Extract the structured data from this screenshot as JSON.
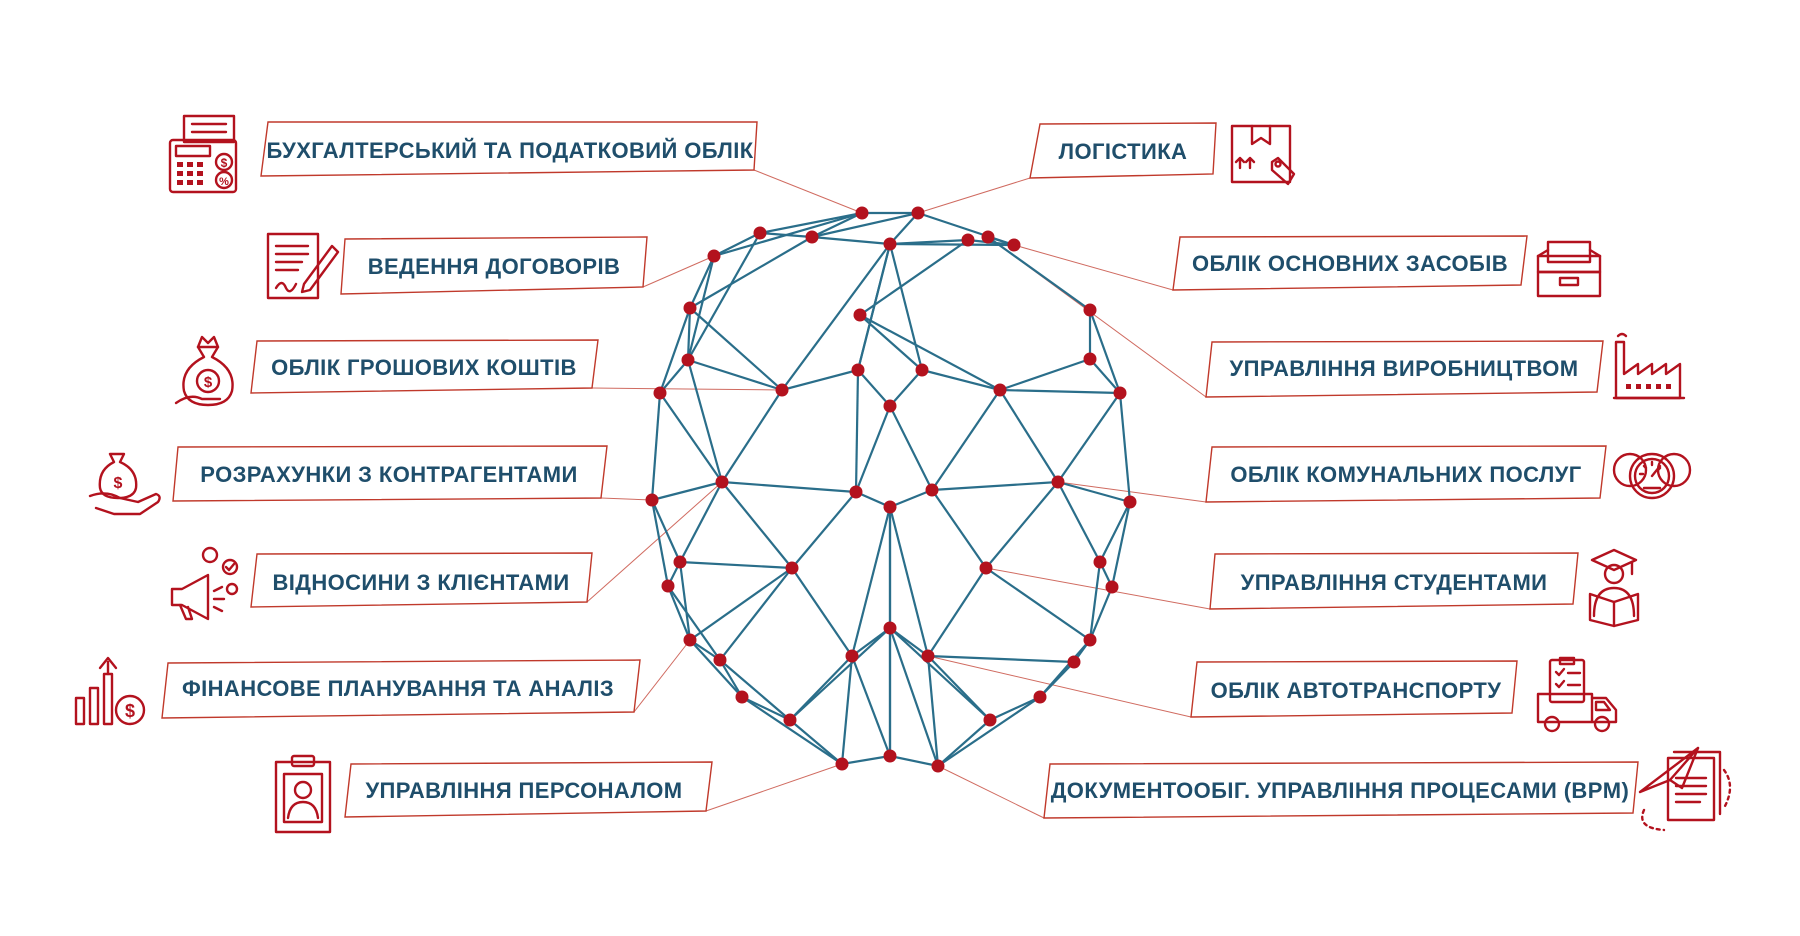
{
  "colors": {
    "accent": "#b3121e",
    "network": "#2a6e8a",
    "text": "#1f4e6b",
    "background": "#ffffff"
  },
  "left_items": [
    {
      "label": "БУХГАЛТЕРСЬКИЙ ТА ПОДАТКОВИЙ ОБЛІК",
      "icon": "calculator-icon"
    },
    {
      "label": "ВЕДЕННЯ ДОГОВОРІВ",
      "icon": "contract-icon"
    },
    {
      "label": "ОБЛІК ГРОШОВИХ КОШТІВ",
      "icon": "money-bag-icon"
    },
    {
      "label": "РОЗРАХУНКИ З КОНТРАГЕНТАМИ",
      "icon": "payment-hand-icon"
    },
    {
      "label": "ВІДНОСИНИ З КЛІЄНТАМИ",
      "icon": "megaphone-icon"
    },
    {
      "label": "ФІНАНСОВЕ ПЛАНУВАННЯ ТА АНАЛІЗ",
      "icon": "growth-chart-icon"
    },
    {
      "label": "УПРАВЛІННЯ ПЕРСОНАЛОМ",
      "icon": "employee-badge-icon"
    }
  ],
  "right_items": [
    {
      "label": "ЛОГІСТИКА",
      "icon": "package-icon"
    },
    {
      "label": "ОБЛІК ОСНОВНИХ ЗАСОБІВ",
      "icon": "archive-box-icon"
    },
    {
      "label": "УПРАВЛІННЯ ВИРОБНИЦТВОМ",
      "icon": "factory-icon"
    },
    {
      "label": "ОБЛІК КОМУНАЛЬНИХ ПОСЛУГ",
      "icon": "meters-icon"
    },
    {
      "label": "УПРАВЛІННЯ СТУДЕНТАМИ",
      "icon": "student-icon"
    },
    {
      "label": "ОБЛІК АВТОТРАНСПОРТУ",
      "icon": "truck-icon"
    },
    {
      "label": "ДОКУМЕНТООБІГ. УПРАВЛІННЯ ПРОЦЕСАМИ (BPM)",
      "icon": "paper-plane-document-icon"
    }
  ]
}
